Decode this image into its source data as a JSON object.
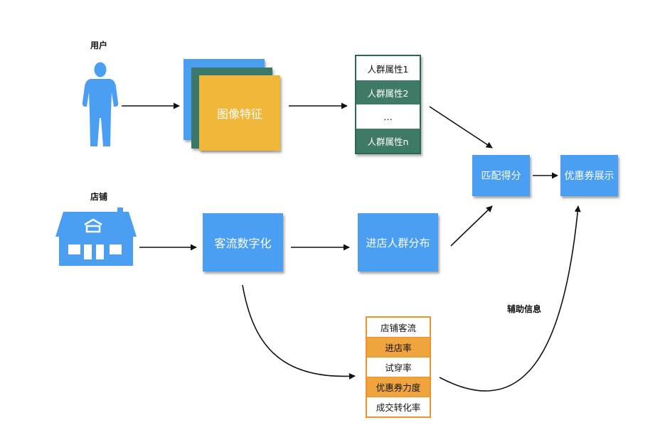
{
  "labels": {
    "user": "用户",
    "store": "店铺",
    "aux_info": "辅助信息"
  },
  "boxes": {
    "image_features": "图像特征",
    "customer_flow_digitization": "客流数字化",
    "in_store_crowd_distribution": "进店人群分布",
    "match_score": "匹配得分",
    "coupon_display": "优惠券展示"
  },
  "crowd_attributes": [
    "人群属性1",
    "人群属性2",
    "…",
    "人群属性n"
  ],
  "store_metrics": [
    "店铺客流",
    "进店率",
    "试穿率",
    "优惠券力度",
    "成交转化率"
  ],
  "colors": {
    "box_blue": "#4a9ff2",
    "image_card_yellow": "#f0b73a",
    "teal": "#2a6b4f",
    "orange": "#e9952c",
    "arrow": "#111111"
  },
  "icons": {
    "user": "person-icon",
    "store": "house-icon"
  }
}
